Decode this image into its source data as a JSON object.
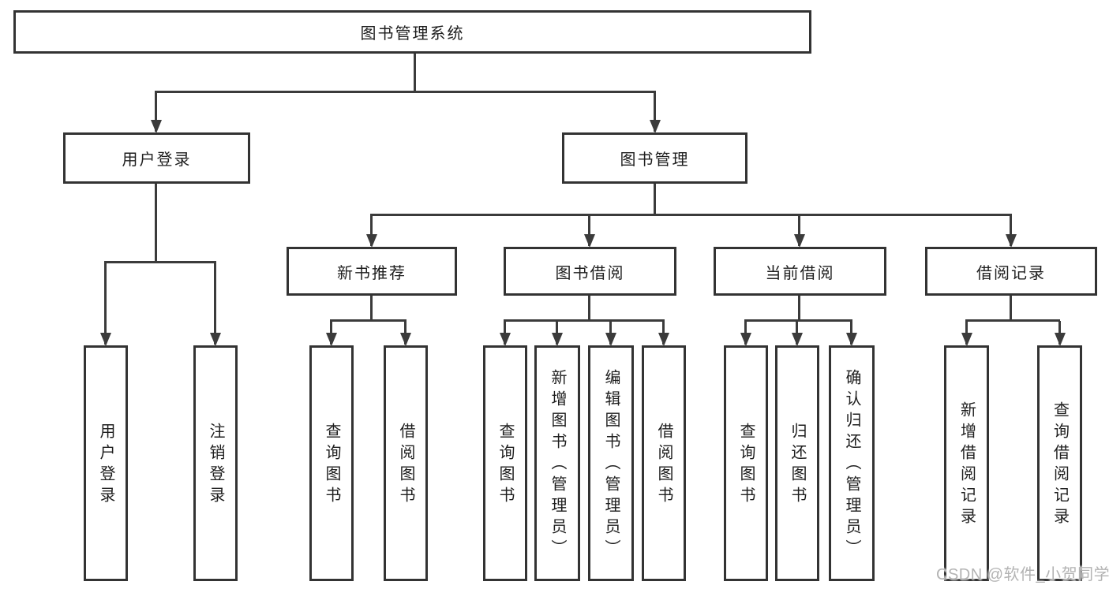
{
  "tree": {
    "root": {
      "label": "图书管理系统",
      "children": [
        {
          "label": "用户登录",
          "children": [
            {
              "label": "用户登录"
            },
            {
              "label": "注销登录"
            }
          ]
        },
        {
          "label": "图书管理",
          "children": [
            {
              "label": "新书推荐",
              "children": [
                {
                  "label": "查询图书"
                },
                {
                  "label": "借阅图书"
                }
              ]
            },
            {
              "label": "图书借阅",
              "children": [
                {
                  "label": "查询图书"
                },
                {
                  "label": "新增图书（管理员）"
                },
                {
                  "label": "编辑图书（管理员）"
                },
                {
                  "label": "借阅图书"
                }
              ]
            },
            {
              "label": "当前借阅",
              "children": [
                {
                  "label": "查询图书"
                },
                {
                  "label": "归还图书"
                },
                {
                  "label": "确认归还（管理员）"
                }
              ]
            },
            {
              "label": "借阅记录",
              "children": [
                {
                  "label": "新增借阅记录"
                },
                {
                  "label": "查询借阅记录"
                }
              ]
            }
          ]
        }
      ]
    }
  },
  "watermark": {
    "text": "CSDN @软件_小贺同学"
  },
  "colors": {
    "line": "#3b3b3b",
    "border": "#333333",
    "text": "#1e1e1e",
    "watermark": "#b3b3b3"
  }
}
